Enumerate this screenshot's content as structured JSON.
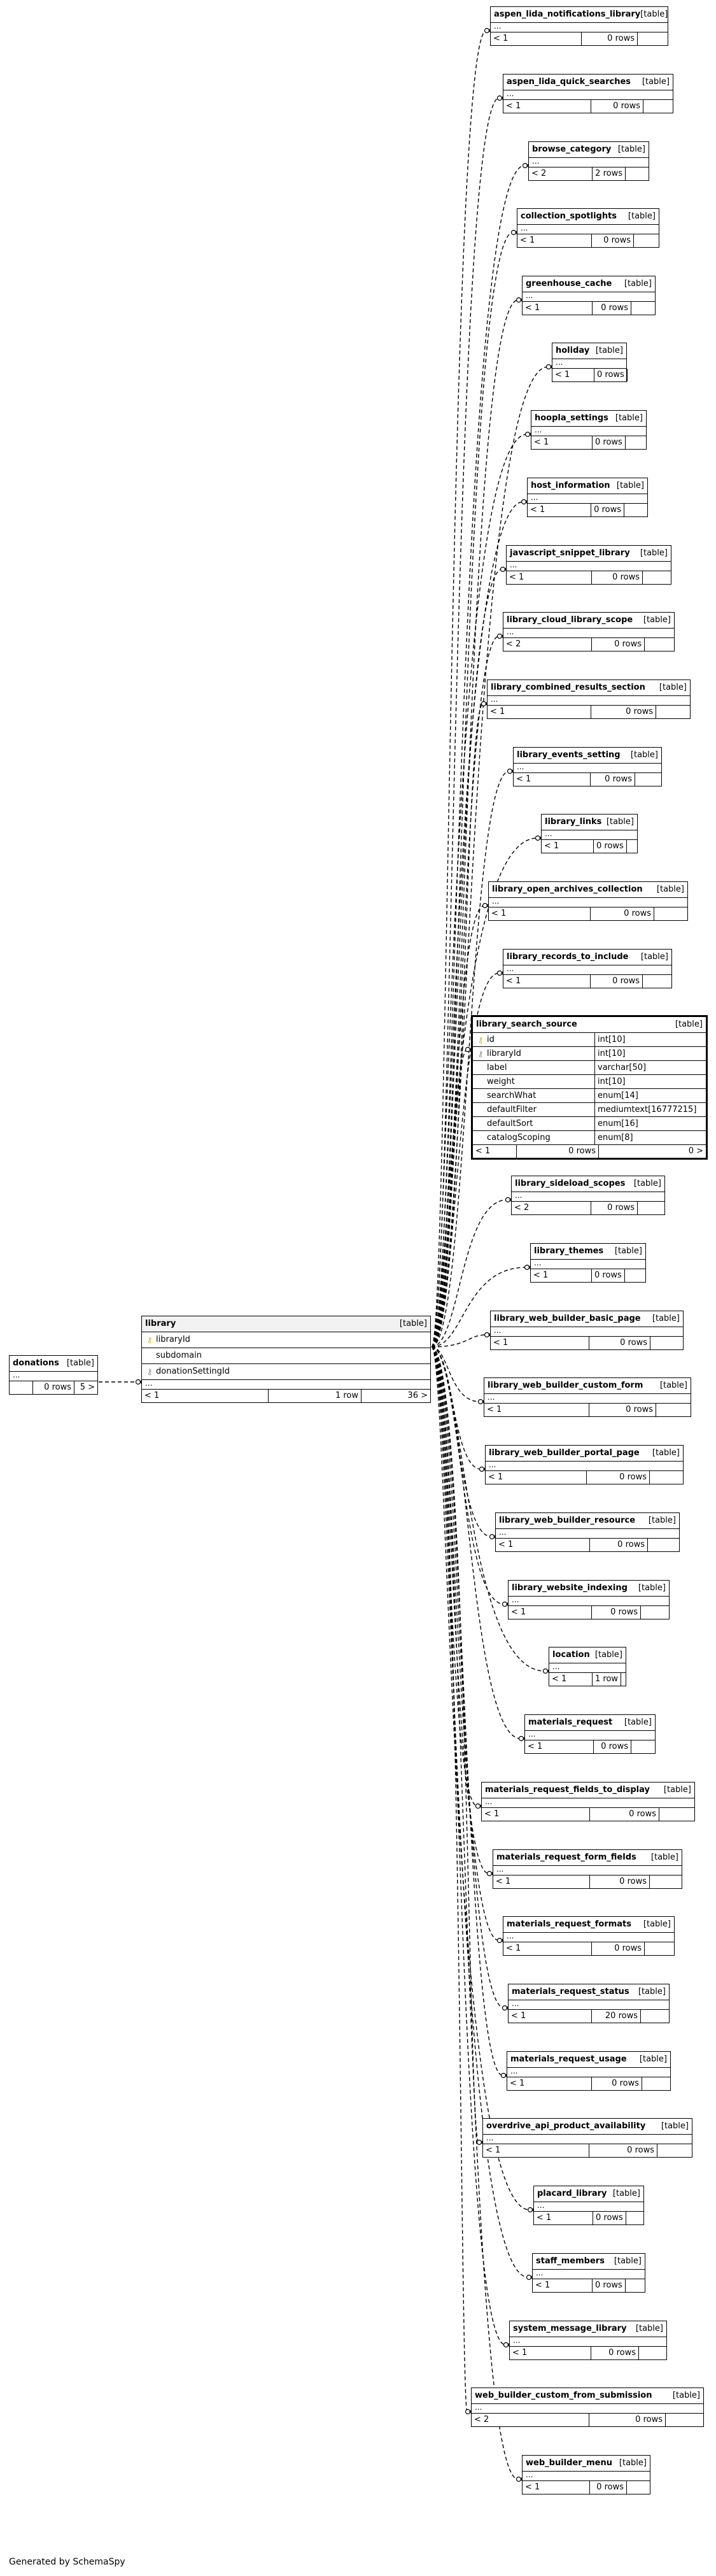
{
  "footer": "Generated by SchemaSpy",
  "kind_label": "[table]",
  "ellipsis": "...",
  "donations": {
    "name": "donations",
    "kind": "[table]",
    "foot": [
      "",
      "0 rows",
      "5 >"
    ]
  },
  "library": {
    "name": "library",
    "kind": "[table]",
    "columns": [
      "libraryId",
      "subdomain",
      "donationSettingId"
    ],
    "foot": [
      "< 1",
      "1 row",
      "36 >"
    ]
  },
  "library_search_source": {
    "name": "library_search_source",
    "kind": "[table]",
    "columns": [
      {
        "name": "id",
        "type": "int[10]"
      },
      {
        "name": "libraryId",
        "type": "int[10]"
      },
      {
        "name": "label",
        "type": "varchar[50]"
      },
      {
        "name": "weight",
        "type": "int[10]"
      },
      {
        "name": "searchWhat",
        "type": "enum[14]"
      },
      {
        "name": "defaultFilter",
        "type": "mediumtext[16777215]"
      },
      {
        "name": "defaultSort",
        "type": "enum[16]"
      },
      {
        "name": "catalogScoping",
        "type": "enum[8]"
      }
    ],
    "foot": [
      "< 1",
      "0 rows",
      "0 >"
    ]
  },
  "tables": [
    {
      "name": "aspen_lida_notifications_library",
      "kind": "[table]",
      "foot": [
        "< 1",
        "0 rows"
      ]
    },
    {
      "name": "aspen_lida_quick_searches",
      "kind": "[table]",
      "foot": [
        "< 1",
        "0 rows"
      ]
    },
    {
      "name": "browse_category",
      "kind": "[table]",
      "foot": [
        "< 2",
        "2 rows"
      ]
    },
    {
      "name": "collection_spotlights",
      "kind": "[table]",
      "foot": [
        "< 1",
        "0 rows"
      ]
    },
    {
      "name": "greenhouse_cache",
      "kind": "[table]",
      "foot": [
        "< 1",
        "0 rows"
      ]
    },
    {
      "name": "holiday",
      "kind": "[table]",
      "foot": [
        "< 1",
        "0 rows"
      ]
    },
    {
      "name": "hoopla_settings",
      "kind": "[table]",
      "foot": [
        "< 1",
        "0 rows"
      ]
    },
    {
      "name": "host_information",
      "kind": "[table]",
      "foot": [
        "< 1",
        "0 rows"
      ]
    },
    {
      "name": "javascript_snippet_library",
      "kind": "[table]",
      "foot": [
        "< 1",
        "0 rows"
      ]
    },
    {
      "name": "library_cloud_library_scope",
      "kind": "[table]",
      "foot": [
        "< 2",
        "0 rows"
      ]
    },
    {
      "name": "library_combined_results_section",
      "kind": "[table]",
      "foot": [
        "< 1",
        "0 rows"
      ]
    },
    {
      "name": "library_events_setting",
      "kind": "[table]",
      "foot": [
        "< 1",
        "0 rows"
      ]
    },
    {
      "name": "library_links",
      "kind": "[table]",
      "foot": [
        "< 1",
        "0 rows"
      ]
    },
    {
      "name": "library_open_archives_collection",
      "kind": "[table]",
      "foot": [
        "< 1",
        "0 rows"
      ]
    },
    {
      "name": "library_records_to_include",
      "kind": "[table]",
      "foot": [
        "< 1",
        "0 rows"
      ]
    },
    {
      "name": "library_sideload_scopes",
      "kind": "[table]",
      "foot": [
        "< 2",
        "0 rows"
      ]
    },
    {
      "name": "library_themes",
      "kind": "[table]",
      "foot": [
        "< 1",
        "0 rows"
      ]
    },
    {
      "name": "library_web_builder_basic_page",
      "kind": "[table]",
      "foot": [
        "< 1",
        "0 rows"
      ]
    },
    {
      "name": "library_web_builder_custom_form",
      "kind": "[table]",
      "foot": [
        "< 1",
        "0 rows"
      ]
    },
    {
      "name": "library_web_builder_portal_page",
      "kind": "[table]",
      "foot": [
        "< 1",
        "0 rows"
      ]
    },
    {
      "name": "library_web_builder_resource",
      "kind": "[table]",
      "foot": [
        "< 1",
        "0 rows"
      ]
    },
    {
      "name": "library_website_indexing",
      "kind": "[table]",
      "foot": [
        "< 1",
        "0 rows"
      ]
    },
    {
      "name": "location",
      "kind": "[table]",
      "foot": [
        "< 1",
        "1 row"
      ]
    },
    {
      "name": "materials_request",
      "kind": "[table]",
      "foot": [
        "< 1",
        "0 rows"
      ]
    },
    {
      "name": "materials_request_fields_to_display",
      "kind": "[table]",
      "foot": [
        "< 1",
        "0 rows"
      ]
    },
    {
      "name": "materials_request_form_fields",
      "kind": "[table]",
      "foot": [
        "< 1",
        "0 rows"
      ]
    },
    {
      "name": "materials_request_formats",
      "kind": "[table]",
      "foot": [
        "< 1",
        "0 rows"
      ]
    },
    {
      "name": "materials_request_status",
      "kind": "[table]",
      "foot": [
        "< 1",
        "20 rows"
      ]
    },
    {
      "name": "materials_request_usage",
      "kind": "[table]",
      "foot": [
        "< 1",
        "0 rows"
      ]
    },
    {
      "name": "overdrive_api_product_availability",
      "kind": "[table]",
      "foot": [
        "< 1",
        "0 rows"
      ]
    },
    {
      "name": "placard_library",
      "kind": "[table]",
      "foot": [
        "< 1",
        "0 rows"
      ]
    },
    {
      "name": "staff_members",
      "kind": "[table]",
      "foot": [
        "< 1",
        "0 rows"
      ]
    },
    {
      "name": "system_message_library",
      "kind": "[table]",
      "foot": [
        "< 1",
        "0 rows"
      ]
    },
    {
      "name": "web_builder_custom_from_submission",
      "kind": "[table]",
      "foot": [
        "< 2",
        "0 rows"
      ]
    },
    {
      "name": "web_builder_menu",
      "kind": "[table]",
      "foot": [
        "< 1",
        "0 rows"
      ]
    }
  ]
}
